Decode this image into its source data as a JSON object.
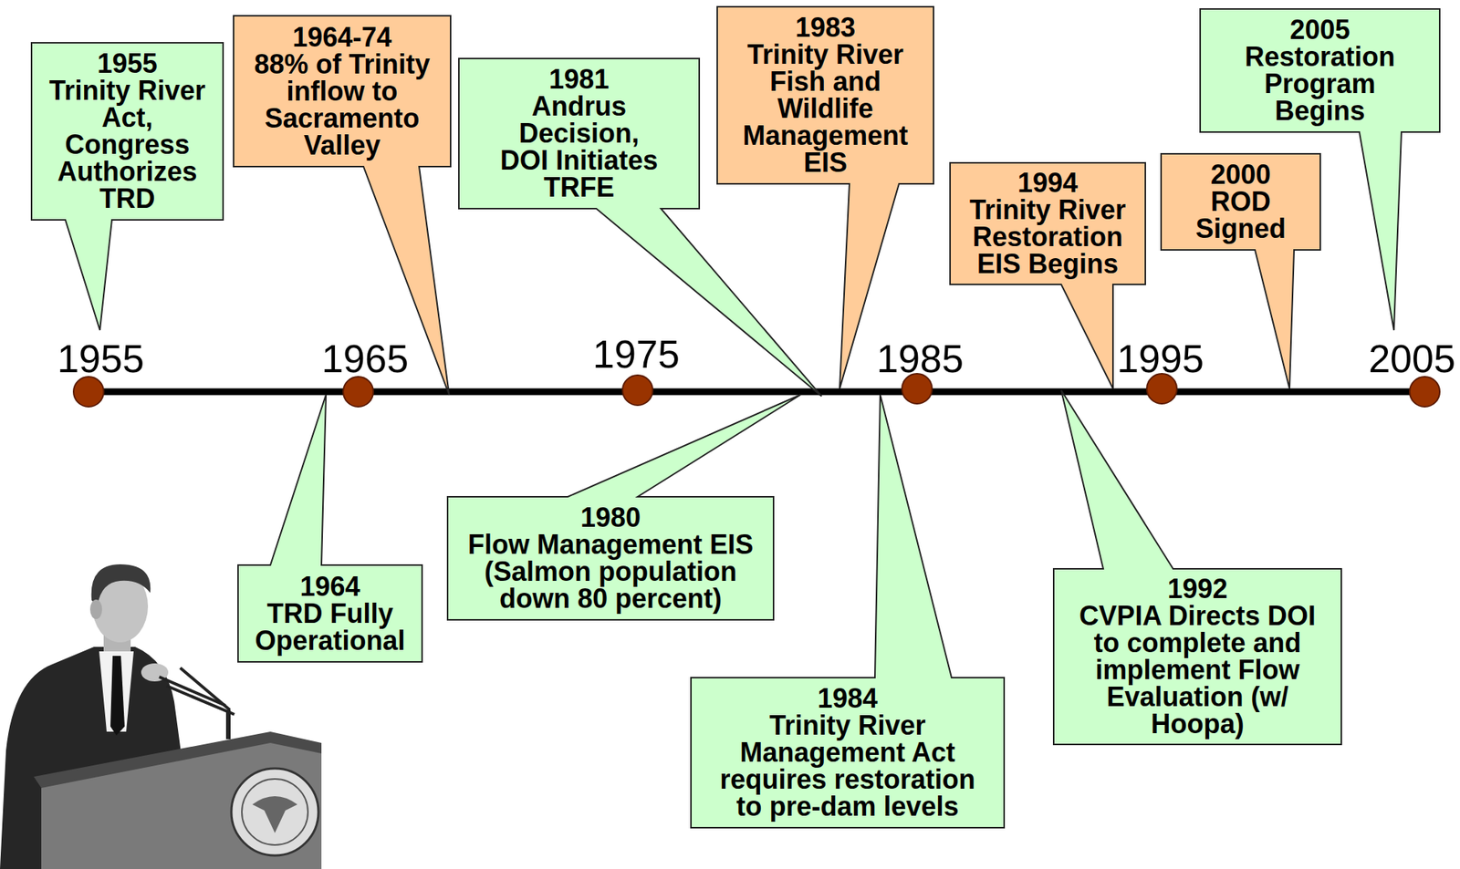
{
  "diagram": {
    "nodes": [
      {
        "text": [
          "1955",
          "Trinity River Act, Congress Authorizes TRD"
        ]
      },
      {
        "text": [
          "1964",
          "TRD Fully Operational"
        ]
      },
      {
        "text": [
          "1964-74",
          "88% of Trinity inflow to Sacramento Valley"
        ]
      },
      {
        "text": [
          "1980",
          "Flow Management EIS (Salmon population down 80 percent)"
        ]
      },
      {
        "text": [
          "1981",
          "Andrus Decision, DOI Initiates TRFE"
        ]
      },
      {
        "text": [
          "1983",
          "Trinity River Fish and Wildlife Management EIS"
        ]
      },
      {
        "text": [
          "1984",
          "Trinity River Management Act requires restoration to pre-dam levels"
        ]
      },
      {
        "text": [
          "1992",
          "CVPIA Directs DOI to complete and implement Flow Evaluation (w/ Hoopa)"
        ]
      },
      {
        "text": [
          "1994",
          "Trinity River Restoration EIS Begins"
        ]
      },
      {
        "text": [
          "2000",
          "ROD Signed"
        ]
      },
      {
        "text": [
          "2005",
          "Restoration Program Begins"
        ]
      }
    ],
    "labels": [
      "1955",
      "1965",
      "1975",
      "1985",
      "1995",
      "2005"
    ]
  }
}
